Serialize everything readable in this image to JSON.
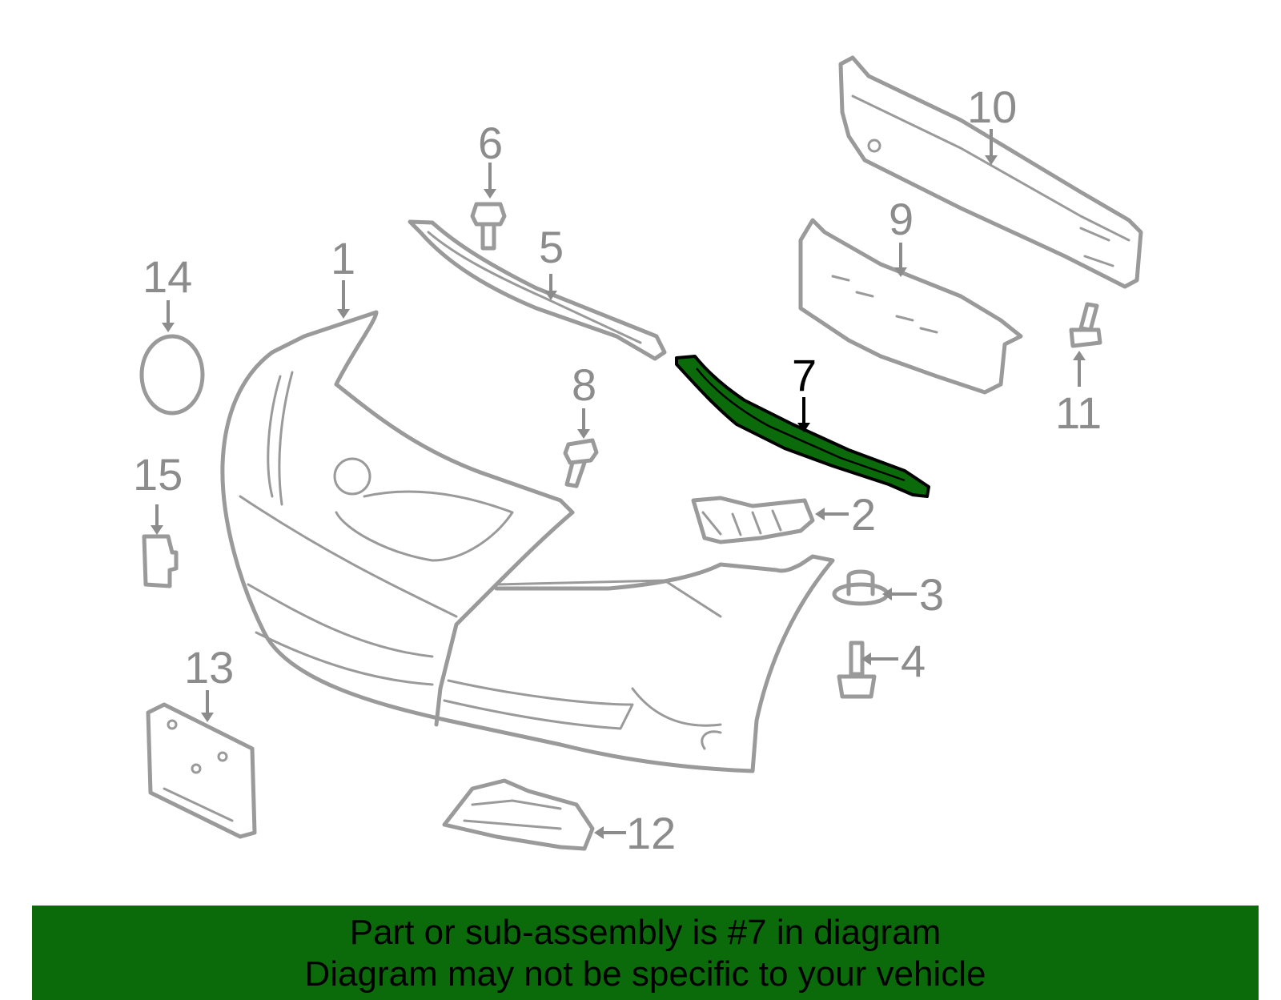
{
  "callouts": {
    "c1": "1",
    "c2": "2",
    "c3": "3",
    "c4": "4",
    "c5": "5",
    "c6": "6",
    "c7": "7",
    "c8": "8",
    "c9": "9",
    "c10": "10",
    "c11": "11",
    "c12": "12",
    "c13": "13",
    "c14": "14",
    "c15": "15"
  },
  "highlighted_part": "7",
  "colors": {
    "part_outline": "#9a9a9a",
    "highlight_fill": "#0b6b0b",
    "banner_background": "#0b6b0b"
  },
  "banner": {
    "line1": "Part or sub-assembly is #7 in diagram",
    "line2": "Diagram may not be specific to your vehicle"
  }
}
